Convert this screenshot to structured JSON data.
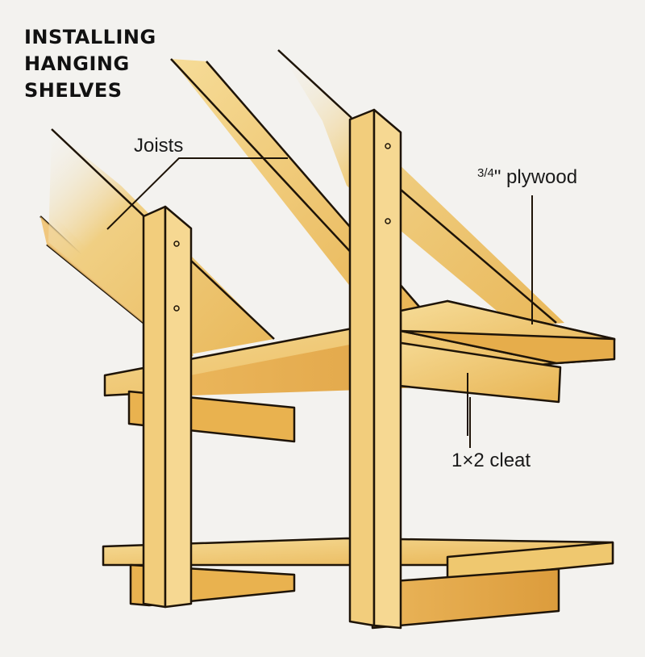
{
  "diagram": {
    "title_lines": [
      "Installing",
      "Hanging",
      "Shelves"
    ],
    "labels": {
      "joists": "Joists",
      "plywood_fraction": "3/4",
      "plywood_text": "\" plywood",
      "cleat": "1×2 cleat"
    },
    "colors": {
      "background": "#f3f2ef",
      "wood_light": "#f3d389",
      "wood_mid": "#e9b85a",
      "wood_dark": "#d99a3a",
      "outline": "#1e1408",
      "text": "#111111"
    },
    "components": [
      "joist-left",
      "joist-center",
      "joist-right",
      "upright-left",
      "upright-right",
      "upper-shelf",
      "upper-cleat",
      "lower-shelf",
      "lower-cleat"
    ]
  }
}
